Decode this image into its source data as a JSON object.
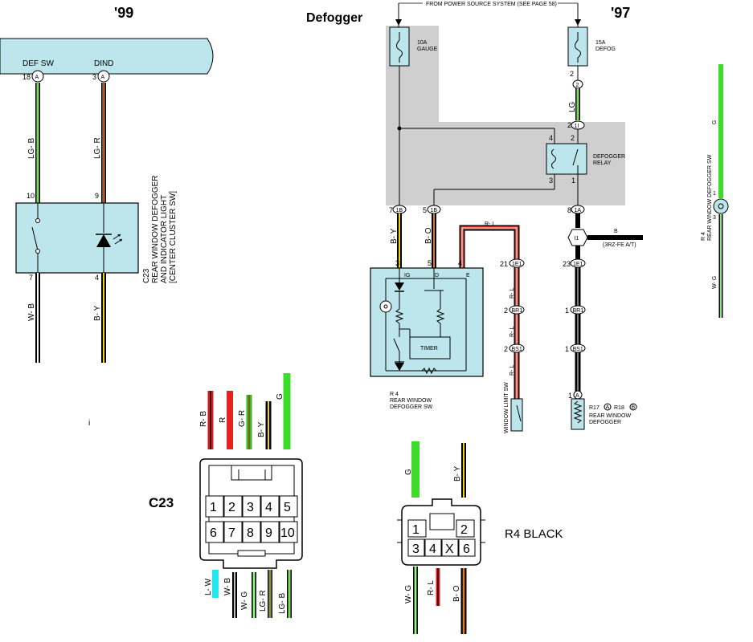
{
  "titles": {
    "year_99": "'99",
    "year_97": "'97",
    "defogger": "Defogger",
    "c23": "C23",
    "r4_black": "R4  BLACK"
  },
  "left_diagram": {
    "def_sw": "DEF SW",
    "dind": "DIND",
    "pin_18": "18",
    "pin_3": "3",
    "conn_a": "A",
    "wire_lgb": "LG- B",
    "wire_lgr": "LG- R",
    "pin_10": "10",
    "pin_9": "9",
    "pin_7": "7",
    "pin_4": "4",
    "wire_wb": "W- B",
    "wire_by": "B- Y",
    "component_line1": "C23",
    "component_line2": "REAR WINDOW DEFOGGER",
    "component_line3": "AND INDICATOR LIGHT",
    "component_line4": "[CENTER CLUSTER SW]"
  },
  "right_diagram": {
    "power_source": "FROM POWER SOURCE SYSTEM (SEE PAGE 58)",
    "fuse_10a_1": "10A",
    "fuse_10a_2": "GAUGE",
    "fuse_15a_1": "15A",
    "fuse_15a_2": "DEFOG",
    "pin_4": "4",
    "pin_2": "2",
    "conn_2": "2",
    "wire_lg": "LG",
    "conn_1i": "1I",
    "relay_1": "DEFOGGER",
    "relay_2": "RELAY",
    "pin_1": "1",
    "pin_3": "3",
    "pin_7": "7",
    "pin_5": "5",
    "pin_8": "8",
    "conn_1b": "1B",
    "conn_1a": "1A",
    "wire_rl": "R- L",
    "wire_by": "B- Y",
    "wire_bo": "B- O",
    "junction_i1": "I1",
    "wire_b": "B",
    "fe_at": "(3RZ-FE A/T)",
    "pin_21": "21",
    "pin_23": "23",
    "conn_1e1": "1E1",
    "conn_br1": "BR1",
    "conn_bs1": "BS1",
    "sw_ig": "IG",
    "sw_d": "D",
    "sw_e": "E",
    "timer": "TIMER",
    "r4_1": "R 4",
    "r4_2": "REAR WINDOW",
    "r4_3": "DEFOGGER SW",
    "window_limit": "WINDOW LIMIT SW",
    "def_a": "R17",
    "def_b": "R18",
    "def_label_1": "REAR WINDOW",
    "def_label_2": "DEFOGGER",
    "far_g": "G",
    "far_wg": "W- G",
    "far_r4": "R 4",
    "far_r4_name": "REAR WINDOW DEFOGGER SW",
    "far_pin_1": "1",
    "far_pin_3": "3"
  },
  "c23_connector": {
    "top_wires": [
      "R- B",
      "R",
      "G- R",
      "B- Y",
      "G"
    ],
    "pins_row1": [
      "1",
      "2",
      "3",
      "4",
      "5"
    ],
    "pins_row2": [
      "6",
      "7",
      "8",
      "9",
      "10"
    ],
    "bottom_wires": [
      "L- W",
      "W- B",
      "W- G",
      "LG- R",
      "LG- B"
    ]
  },
  "r4_connector": {
    "top_wires": [
      "G",
      "B- Y"
    ],
    "pins_row1": [
      "1",
      "2"
    ],
    "pins_row2": [
      "3",
      "4",
      "X",
      "6"
    ],
    "bottom_wires": [
      "W- G",
      "R- L",
      "B- O"
    ]
  }
}
